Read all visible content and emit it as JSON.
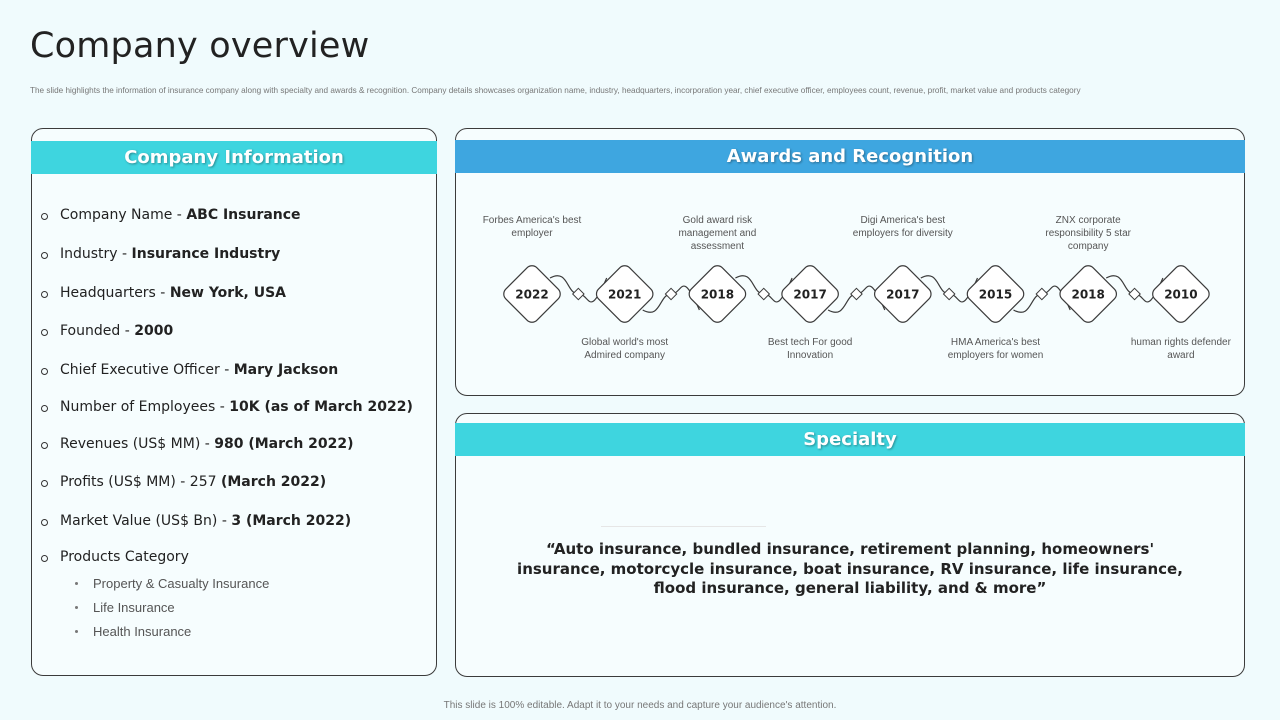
{
  "page": {
    "title": "Company overview",
    "subtitle": "The slide highlights the information of insurance company along with specialty and awards & recognition. Company details showcases organization name, industry, headquarters, incorporation year, chief executive officer, employees count, revenue, profit, market value and products category",
    "footer": "This slide is 100% editable. Adapt it to your needs and capture your audience's attention."
  },
  "company_info": {
    "heading": "Company Information",
    "items": [
      {
        "label": "Company Name - ",
        "value": "ABC Insurance"
      },
      {
        "label": "Industry - ",
        "value": "Insurance Industry"
      },
      {
        "label": "Headquarters - ",
        "value": "New York, USA"
      },
      {
        "label": "Founded - ",
        "value": "2000"
      },
      {
        "label": "Chief Executive Officer - ",
        "value": "Mary Jackson"
      },
      {
        "label": "Number of Employees - ",
        "value": "10K (as of March 2022)"
      },
      {
        "label": "Revenues (US$ MM) - ",
        "value": "980 (March 2022)"
      },
      {
        "label": "Profits (US$ MM) - 257 ",
        "value": "(March 2022)"
      },
      {
        "label": "Market Value (US$ Bn) - ",
        "value": "3 (March 2022)"
      },
      {
        "label": "Products Category",
        "value": ""
      }
    ],
    "products": [
      "Property & Casualty Insurance",
      "Life Insurance",
      "Health Insurance"
    ]
  },
  "awards": {
    "heading": "Awards and Recognition",
    "milestones": [
      {
        "year": "2022",
        "text": "Forbes America's best employer",
        "position": "above"
      },
      {
        "year": "2021",
        "text": "Global world's most Admired company",
        "position": "below"
      },
      {
        "year": "2018",
        "text": "Gold award risk management and assessment",
        "position": "above"
      },
      {
        "year": "2017",
        "text": "Best tech For good Innovation",
        "position": "below"
      },
      {
        "year": "2017",
        "text": "Digi America's best employers for diversity",
        "position": "above"
      },
      {
        "year": "2015",
        "text": "HMA America's best employers for women",
        "position": "below"
      },
      {
        "year": "2018",
        "text": "ZNX corporate responsibility 5 star company",
        "position": "above"
      },
      {
        "year": "2010",
        "text": "human rights defender award",
        "position": "below"
      }
    ]
  },
  "specialty": {
    "heading": "Specialty",
    "text": "“Auto insurance, bundled insurance, retirement planning, homeowners' insurance, motorcycle insurance, boat insurance, RV insurance, life insurance, flood insurance, general liability, and & more”"
  }
}
